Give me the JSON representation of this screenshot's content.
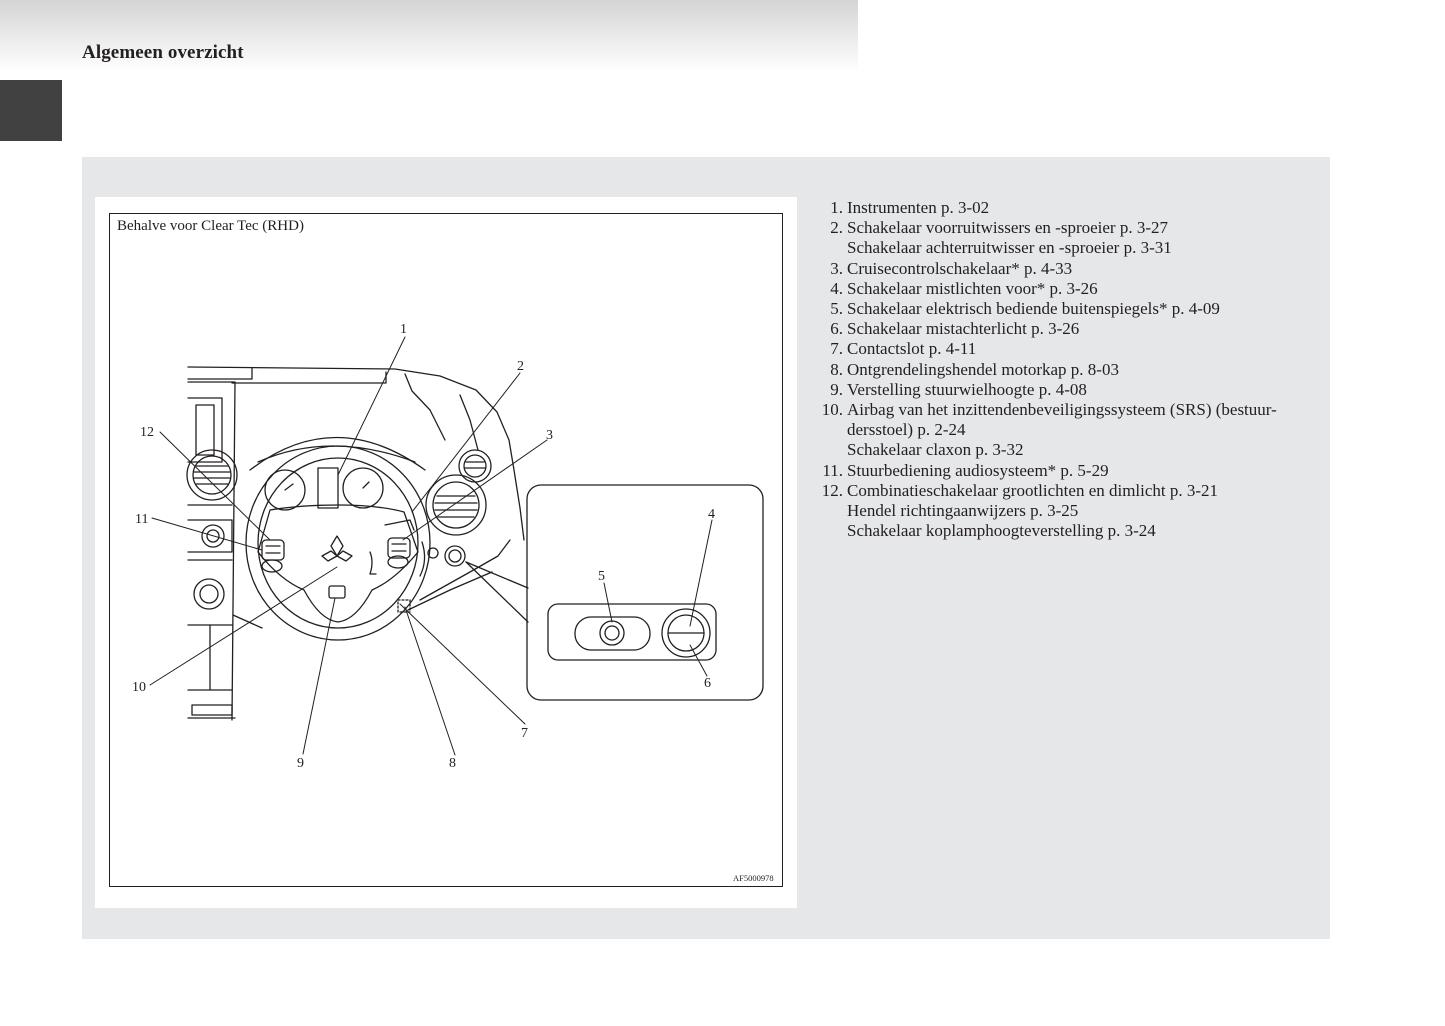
{
  "page": {
    "title": "Algemeen overzicht"
  },
  "figure": {
    "caption": "Behalve voor Clear Tec (RHD)",
    "code": "AF5000978",
    "callouts": [
      "1",
      "2",
      "3",
      "4",
      "5",
      "6",
      "7",
      "8",
      "9",
      "10",
      "11",
      "12"
    ]
  },
  "legend": [
    {
      "num": "1.",
      "lines": [
        "Instrumenten p. 3-02"
      ]
    },
    {
      "num": "2.",
      "lines": [
        "Schakelaar voorruitwissers en -sproeier p. 3-27",
        "Schakelaar achterruitwisser en -sproeier p. 3-31"
      ]
    },
    {
      "num": "3.",
      "lines": [
        "Cruisecontrolschakelaar* p. 4-33"
      ]
    },
    {
      "num": "4.",
      "lines": [
        "Schakelaar mistlichten voor* p. 3-26"
      ]
    },
    {
      "num": "5.",
      "lines": [
        "Schakelaar elektrisch bediende buitenspiegels* p. 4-09"
      ]
    },
    {
      "num": "6.",
      "lines": [
        "Schakelaar mistachterlicht p. 3-26"
      ]
    },
    {
      "num": "7.",
      "lines": [
        "Contactslot p. 4-11"
      ]
    },
    {
      "num": "8.",
      "lines": [
        "Ontgrendelingshendel motorkap p. 8-03"
      ]
    },
    {
      "num": "9.",
      "lines": [
        "Verstelling stuurwielhoogte p. 4-08"
      ]
    },
    {
      "num": "10.",
      "lines": [
        "Airbag van het inzittendenbeveiligingssysteem (SRS) (bestuur-",
        "dersstoel) p. 2-24",
        "Schakelaar claxon p. 3-32"
      ]
    },
    {
      "num": "11.",
      "lines": [
        "Stuurbediening audiosysteem* p. 5-29"
      ]
    },
    {
      "num": "12.",
      "lines": [
        "Combinatieschakelaar grootlichten en dimlicht p. 3-21",
        "Hendel richtingaanwijzers p. 3-25",
        "Schakelaar koplamphoogteverstelling p. 3-24"
      ]
    }
  ]
}
